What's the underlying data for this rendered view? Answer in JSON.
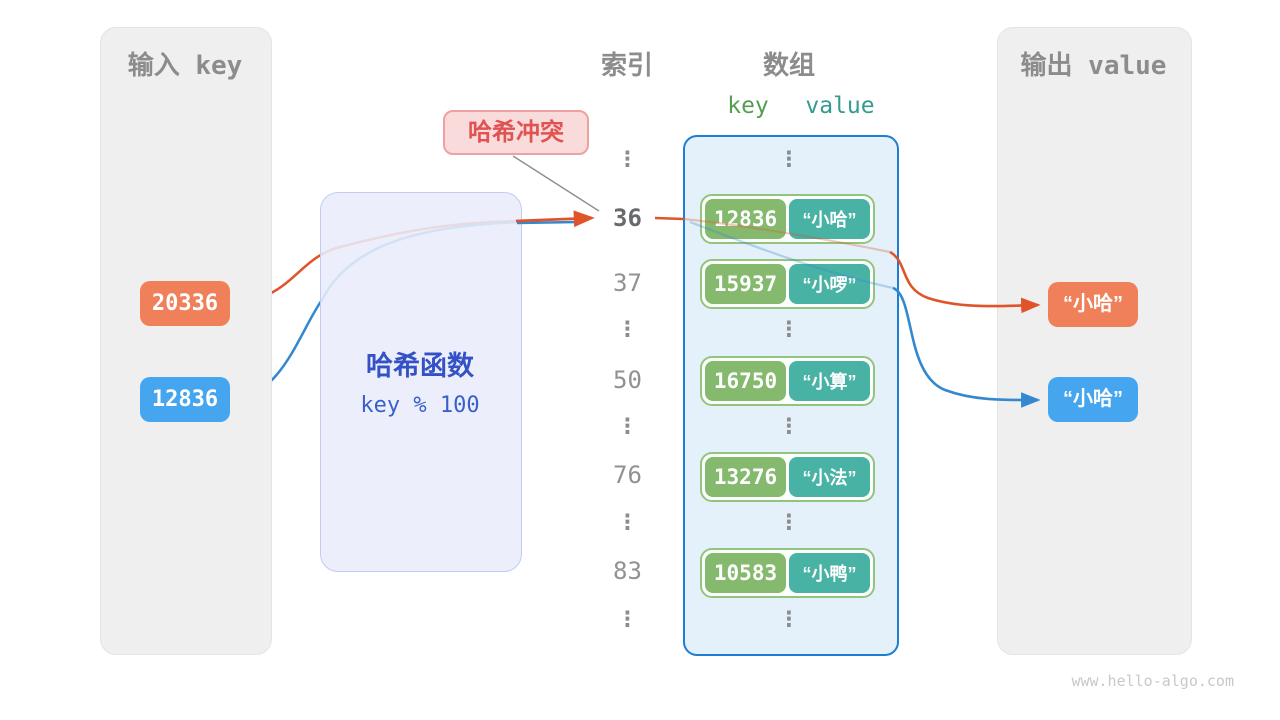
{
  "input_panel": {
    "title": "输入 key",
    "keys": [
      "20336",
      "12836"
    ]
  },
  "hash_function": {
    "name": "哈希函数",
    "formula": "key % 100"
  },
  "collision": {
    "label": "哈希冲突"
  },
  "index_column": {
    "title": "索引",
    "items": [
      "⋮",
      "36",
      "37",
      "⋮",
      "50",
      "⋮",
      "76",
      "⋮",
      "83",
      "⋮"
    ]
  },
  "array": {
    "title": "数组",
    "key_header": "key",
    "value_header": "value",
    "ellipsis": "⋮",
    "rows": [
      {
        "key": "12836",
        "value": "“小哈”"
      },
      {
        "key": "15937",
        "value": "“小啰”"
      },
      {
        "key": "16750",
        "value": "“小算”"
      },
      {
        "key": "13276",
        "value": "“小法”"
      },
      {
        "key": "10583",
        "value": "“小鸭”"
      }
    ]
  },
  "output_panel": {
    "title": "输出 value",
    "values": [
      "“小哈”",
      "“小哈”"
    ]
  },
  "watermark": "www.hello-algo.com",
  "colors": {
    "key_box_orange": "#f0805a",
    "key_box_blue": "#45a6ef",
    "array_key_green": "#85b96e",
    "array_value_teal": "#48b2a4",
    "line_orange": "#e0542a",
    "line_blue": "#3488cf",
    "array_border_blue": "#1d7ed3",
    "collision_red": "#e05353",
    "hash_text_blue": "#3452c5"
  }
}
